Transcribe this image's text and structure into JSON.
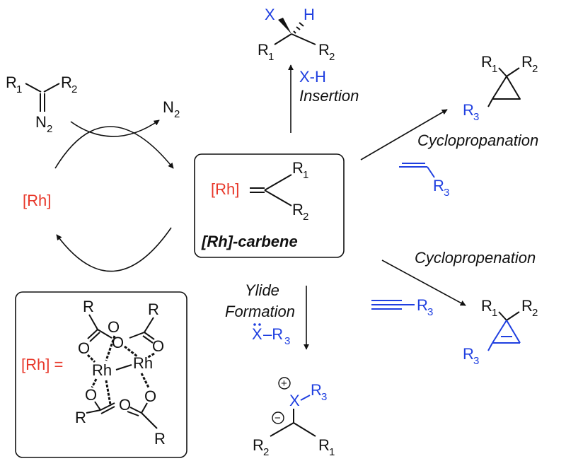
{
  "colors": {
    "black": "#111111",
    "red": "#e8382a",
    "blue": "#1f3fe0"
  },
  "cycle": {
    "rh": "[Rh]",
    "n2": "N",
    "n2_sub": "2",
    "diazo_r1": "R",
    "diazo_r1_sub": "1",
    "diazo_r2": "R",
    "diazo_r2_sub": "2",
    "diazo_n": "N",
    "diazo_n_sub": "2"
  },
  "carbene": {
    "rh": "[Rh]",
    "r1": "R",
    "r1_sub": "1",
    "r2": "R",
    "r2_sub": "2",
    "caption": "[Rh]-carbene"
  },
  "insertion": {
    "reagent": "X-H",
    "label": "Insertion",
    "x": "X",
    "h": "H",
    "r1": "R",
    "r1_sub": "1",
    "r2": "R",
    "r2_sub": "2"
  },
  "cyclopropanation": {
    "label": "Cyclopropanation",
    "r1": "R",
    "r1_sub": "1",
    "r2": "R",
    "r2_sub": "2",
    "r3": "R",
    "r3_sub": "3",
    "alkene_r3": "R",
    "alkene_r3_sub": "3"
  },
  "cyclopropenation": {
    "label": "Cyclopropenation",
    "r1": "R",
    "r1_sub": "1",
    "r2": "R",
    "r2_sub": "2",
    "r3": "R",
    "r3_sub": "3",
    "alkyne_r3": "R",
    "alkyne_r3_sub": "3"
  },
  "ylide": {
    "label_line1": "Ylide",
    "label_line2": "Formation",
    "reagent_x": "X",
    "reagent_r": "–R",
    "reagent_sub": "3",
    "x": "X",
    "r3": "R",
    "r3_sub": "3",
    "plus": "+",
    "minus": "−",
    "r1": "R",
    "r1_sub": "1",
    "r2": "R",
    "r2_sub": "2"
  },
  "catalyst": {
    "eq": "[Rh] =",
    "rh": "Rh",
    "o": "O",
    "r": "R"
  }
}
